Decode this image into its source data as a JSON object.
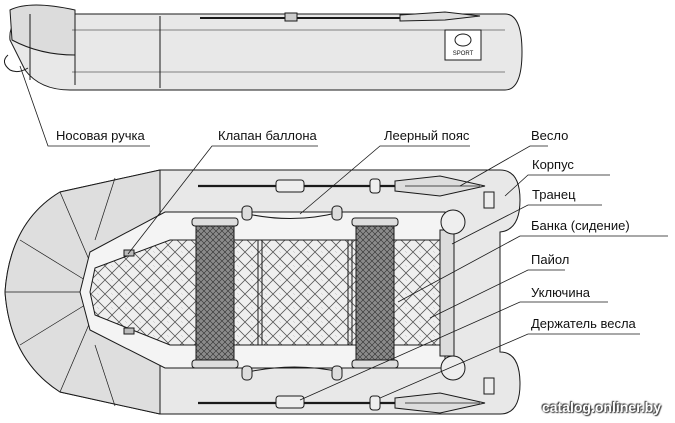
{
  "labels": {
    "bow_handle": "Носовая ручка",
    "valve": "Клапан баллона",
    "lifeline": "Леерный пояс",
    "oar": "Весло",
    "hull": "Корпус",
    "transom": "Транец",
    "seat": "Банка (сидение)",
    "floor": "Пайол",
    "oarlock": "Уключина",
    "oar_holder": "Держатель весла"
  },
  "logo": {
    "brand": "SPORT"
  },
  "watermark": "catalog.onliner.by",
  "colors": {
    "hull_fill": "#e8e8e8",
    "line": "#1a1a1a",
    "seat_fill": "#7d7d7d"
  }
}
